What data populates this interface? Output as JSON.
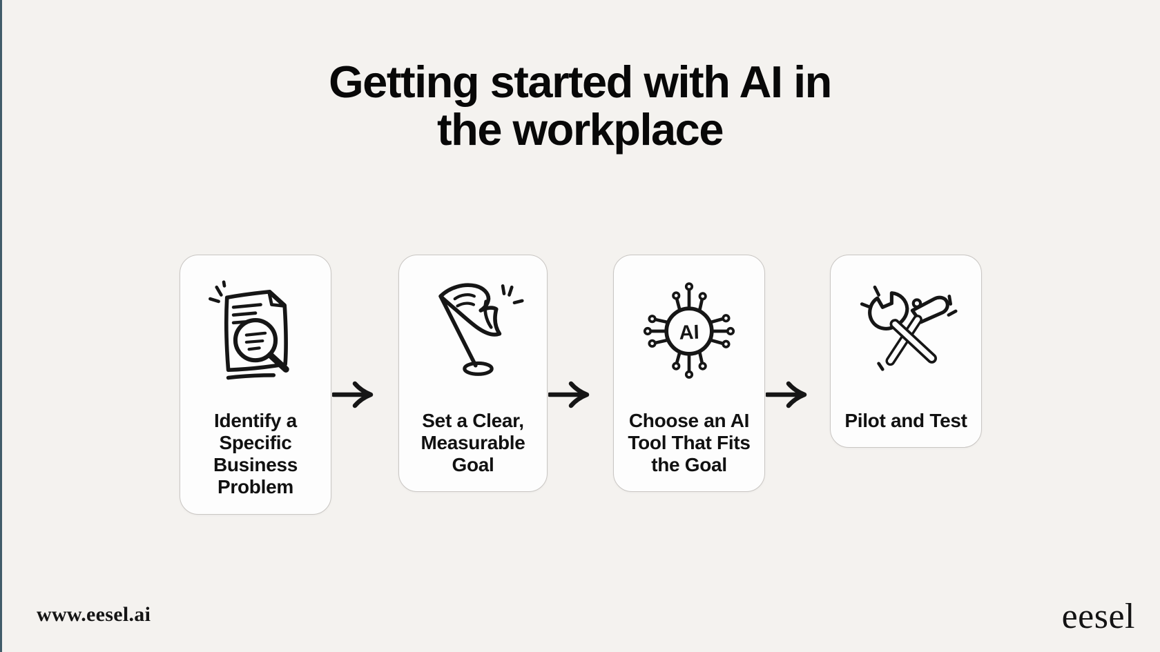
{
  "page": {
    "background_color": "#f4f2ef",
    "accent_edge_color": "#415c69",
    "card_background": "#fdfdfd",
    "card_border_color": "#c9c6c3",
    "text_color": "#0d0d0d",
    "arrow_color": "#111111"
  },
  "title": {
    "lines": [
      "Getting started with AI in",
      "the workplace"
    ]
  },
  "steps": [
    {
      "icon": "document-search-icon",
      "label_lines": [
        "Identify a",
        "Specific",
        "Business",
        "Problem"
      ]
    },
    {
      "icon": "flag-icon",
      "label_lines": [
        "Set a Clear,",
        "Measurable",
        "Goal"
      ]
    },
    {
      "icon": "ai-chip-icon",
      "chip_text": "AI",
      "label_lines": [
        "Choose an AI",
        "Tool That Fits",
        "the Goal"
      ]
    },
    {
      "icon": "tools-icon",
      "label_lines": [
        "Pilot and Test"
      ]
    }
  ],
  "footer": {
    "website": "www.eesel.ai",
    "brand": "eesel"
  }
}
